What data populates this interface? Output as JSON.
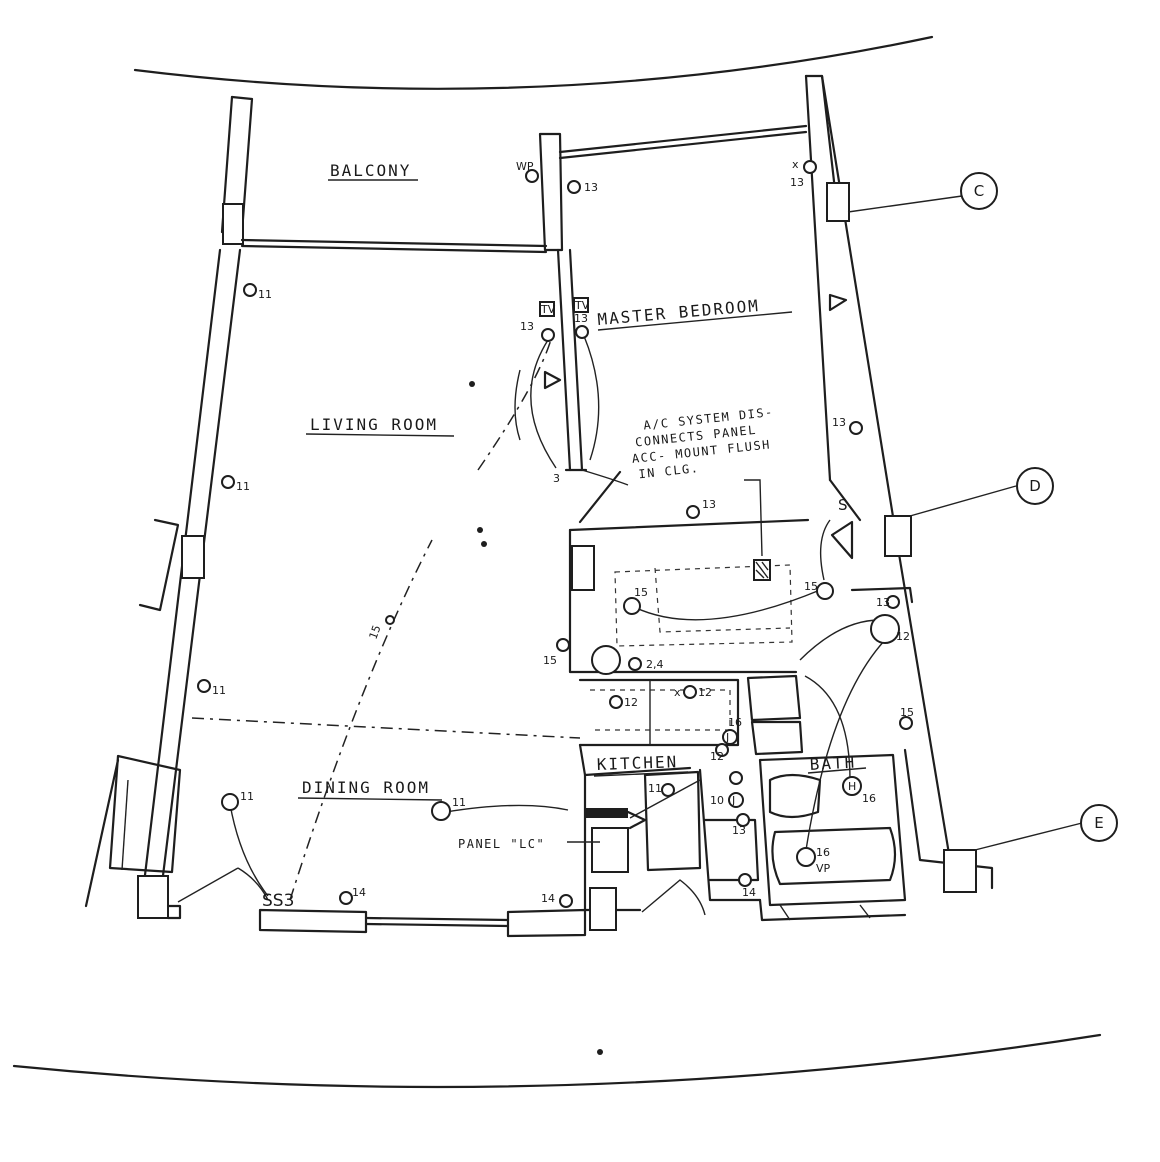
{
  "rooms": {
    "balcony": "BALCONY",
    "master_bedroom": "MASTER BEDROOM",
    "living_room": "LIVING ROOM",
    "dining_room": "DINING ROOM",
    "kitchen": "KITCHEN",
    "bath": "BATH"
  },
  "notes": {
    "ac_disconnect": [
      "A/C SYSTEM DIS-",
      "CONNECTS PANEL",
      "ACC- MOUNT FLUSH",
      "IN CLG."
    ],
    "panel_lc": "PANEL \"LC\""
  },
  "grid_bubbles": [
    "C",
    "D",
    "E"
  ],
  "symbol_tags": {
    "wp": "WP",
    "tv": "TV",
    "s": "S",
    "ss3": "SS3",
    "h": "H",
    "j": "J",
    "vp": "VP",
    "x": "x"
  },
  "circuits": {
    "c3": "3",
    "c10": "10",
    "c11": "11",
    "c12": "12",
    "c13": "13",
    "c14": "14",
    "c15": "15",
    "c16": "16",
    "c24": "2,4"
  }
}
